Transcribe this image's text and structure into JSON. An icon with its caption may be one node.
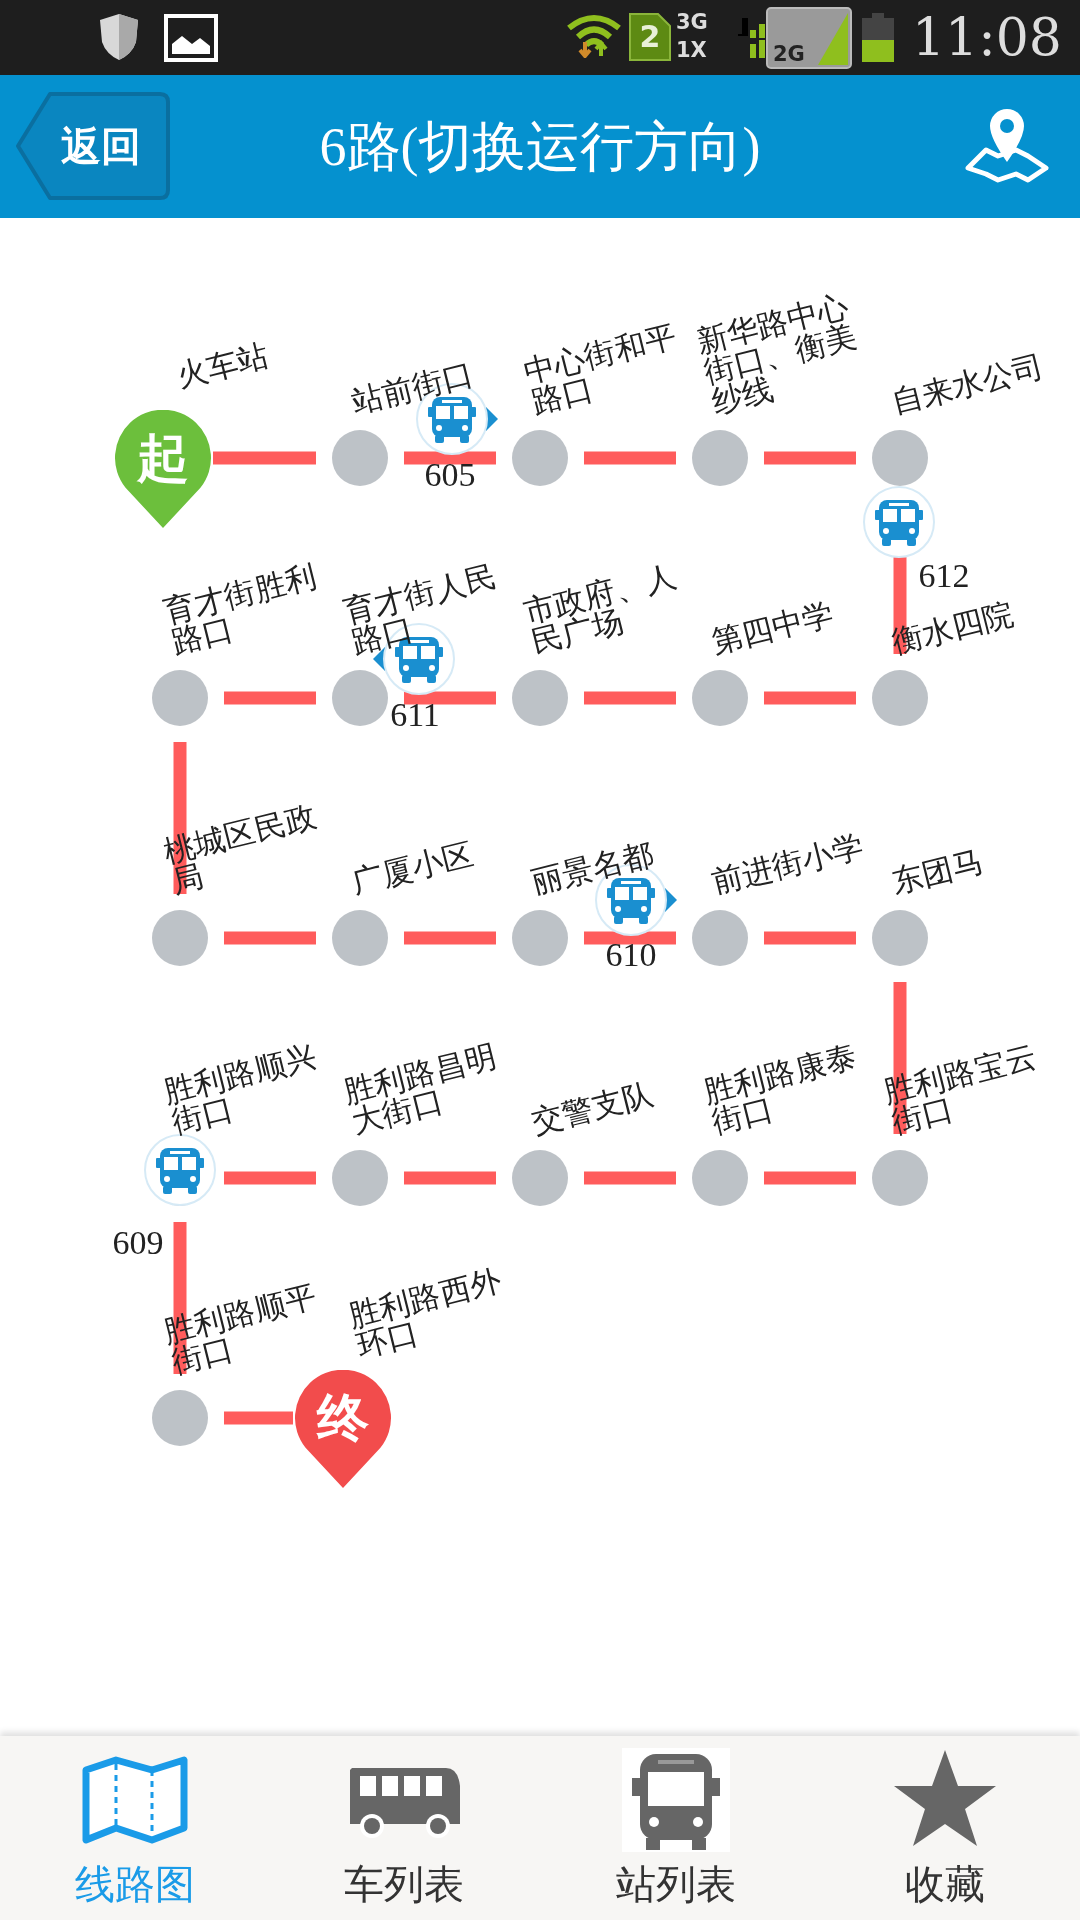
{
  "diagram": {
    "title": "6路(切换运行方向)",
    "nodes": [
      {
        "text": [
          "起",
          "火车站"
        ]
      },
      {
        "text": [
          "站前街口"
        ]
      },
      {
        "text": [
          "中心街和平路口"
        ]
      },
      {
        "text": [
          "新华路中心街口、衡美纱线"
        ]
      },
      {
        "text": [
          "自来水公司"
        ]
      },
      {
        "text": [
          "衡水四院"
        ]
      },
      {
        "text": [
          "第四中学"
        ]
      },
      {
        "text": [
          "市政府、人民广场"
        ]
      },
      {
        "text": [
          "育才街人民路口"
        ]
      },
      {
        "text": [
          "育才街胜利路口"
        ]
      },
      {
        "text": [
          "桃城区民政局"
        ]
      },
      {
        "text": [
          "广厦小区"
        ]
      },
      {
        "text": [
          "丽景名都"
        ]
      },
      {
        "text": [
          "前进街小学"
        ]
      },
      {
        "text": [
          "东团马"
        ]
      },
      {
        "text": [
          "胜利路宝云街口"
        ]
      },
      {
        "text": [
          "胜利路康泰街口"
        ]
      },
      {
        "text": [
          "交警支队"
        ]
      },
      {
        "text": [
          "胜利路昌明大街口"
        ]
      },
      {
        "text": [
          "胜利路顺兴街口"
        ]
      },
      {
        "text": [
          "胜利路顺平街口"
        ]
      },
      {
        "text": [
          "终",
          "胜利路西外环口"
        ]
      }
    ],
    "edges": [
      {
        "from": 0,
        "to": 1,
        "arrow": "none"
      },
      {
        "from": 1,
        "to": 2,
        "arrow": "none"
      },
      {
        "from": 2,
        "to": 3,
        "arrow": "none"
      },
      {
        "from": 3,
        "to": 4,
        "arrow": "none"
      },
      {
        "from": 4,
        "to": 5,
        "arrow": "none"
      },
      {
        "from": 5,
        "to": 6,
        "arrow": "none"
      },
      {
        "from": 6,
        "to": 7,
        "arrow": "none"
      },
      {
        "from": 7,
        "to": 8,
        "arrow": "none"
      },
      {
        "from": 8,
        "to": 9,
        "arrow": "none"
      },
      {
        "from": 9,
        "to": 10,
        "arrow": "none"
      },
      {
        "from": 10,
        "to": 11,
        "arrow": "none"
      },
      {
        "from": 11,
        "to": 12,
        "arrow": "none"
      },
      {
        "from": 12,
        "to": 13,
        "arrow": "none"
      },
      {
        "from": 13,
        "to": 14,
        "arrow": "none"
      },
      {
        "from": 14,
        "to": 15,
        "arrow": "none"
      },
      {
        "from": 15,
        "to": 16,
        "arrow": "none"
      },
      {
        "from": 16,
        "to": 17,
        "arrow": "none"
      },
      {
        "from": 17,
        "to": 18,
        "arrow": "none"
      },
      {
        "from": 18,
        "to": 19,
        "arrow": "none"
      },
      {
        "from": 19,
        "to": 20,
        "arrow": "none"
      },
      {
        "from": 20,
        "to": 21,
        "arrow": "none"
      }
    ],
    "labels": [
      "2",
      "3G",
      "1X",
      "2G",
      "11:08",
      "返回",
      "605",
      "612",
      "611",
      "610",
      "609",
      "线路图",
      "车列表",
      "站列表",
      "收藏"
    ]
  }
}
